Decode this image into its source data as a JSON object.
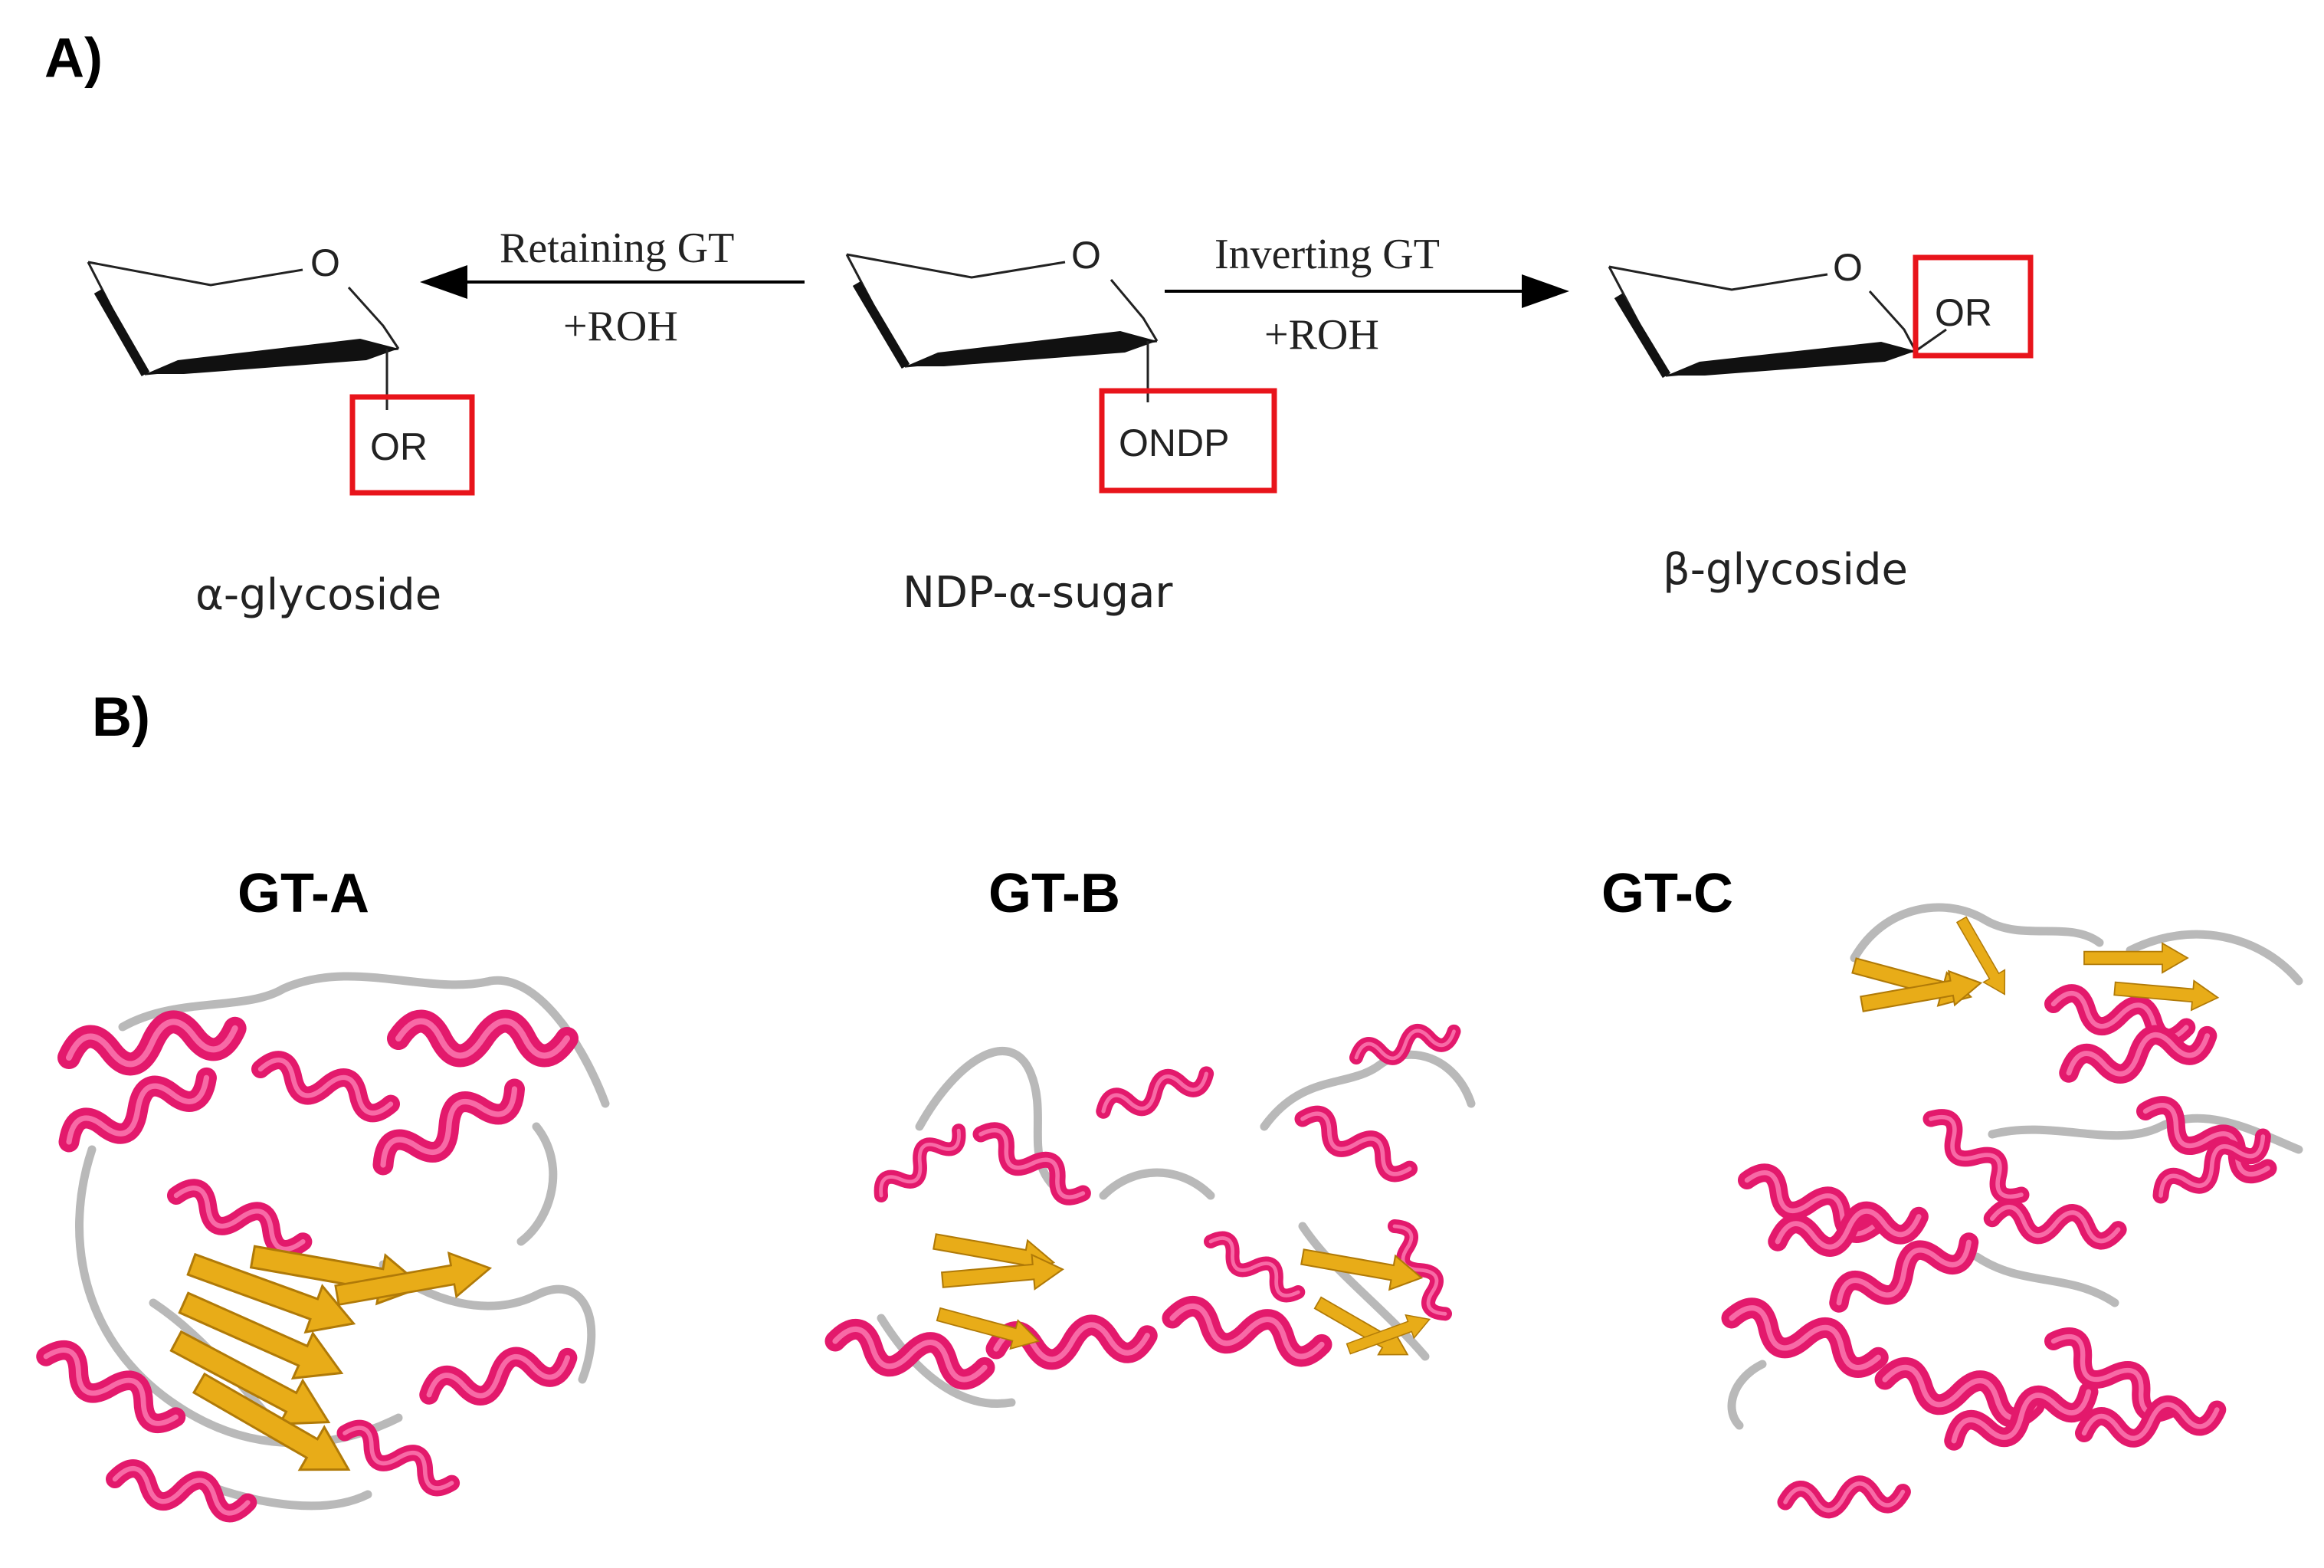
{
  "panel_a": {
    "label": "A)",
    "reactions": {
      "retaining_label": "Retaining GT",
      "retaining_reagent": "+ROH",
      "inverting_label": "Inverting GT",
      "inverting_reagent": "+ROH"
    },
    "molecules": [
      {
        "ring_o": "O",
        "substituent": "OR",
        "caption": "α-glycoside"
      },
      {
        "ring_o": "O",
        "substituent": "ONDP",
        "caption": "NDP-α-sugar"
      },
      {
        "ring_o": "O",
        "substituent": "OR",
        "caption": "β-glycoside"
      }
    ],
    "highlight_color": "#e8141b"
  },
  "panel_b": {
    "label": "B)",
    "structures": [
      {
        "title": "GT-A"
      },
      {
        "title": "GT-B"
      },
      {
        "title": "GT-C"
      }
    ],
    "colors": {
      "helix": "#e3196c",
      "sheet": "#e8ac18",
      "loop": "#b9b9b9"
    }
  }
}
